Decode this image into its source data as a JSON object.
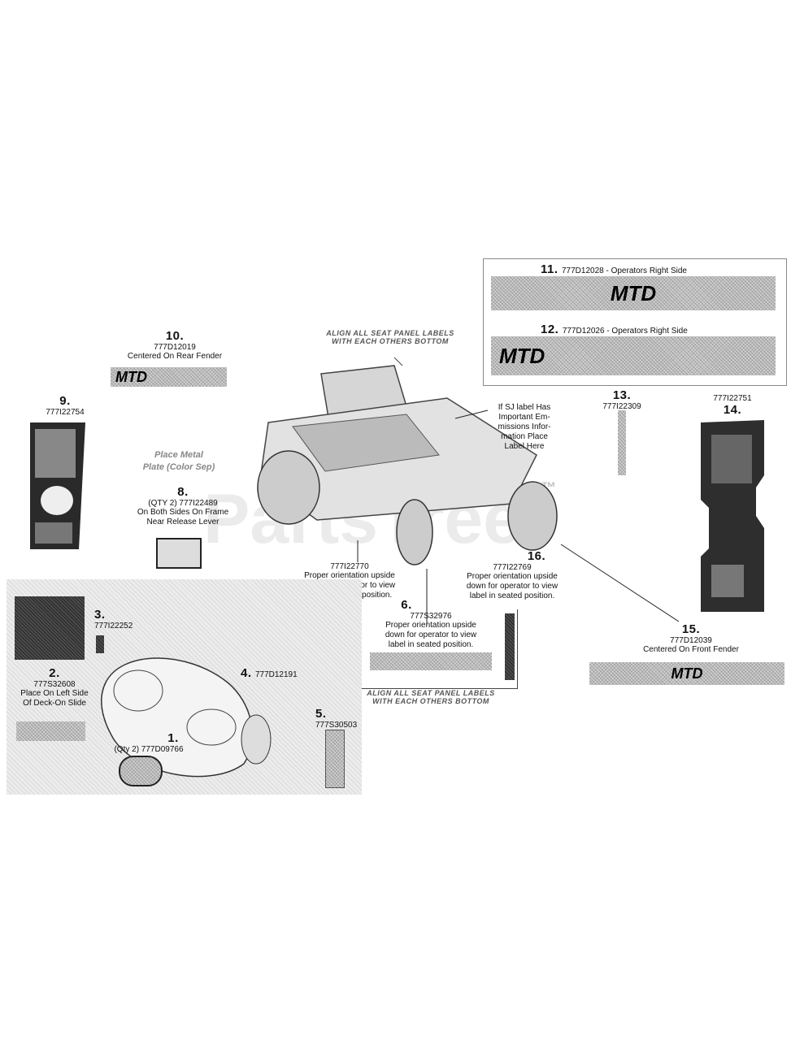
{
  "watermark": {
    "text": "PartsTree",
    "tm": "™"
  },
  "top_note": {
    "line1": "ALIGN ALL SEAT PANEL LABELS",
    "line2": "WITH EACH OTHERS BOTTOM"
  },
  "bottom_note": {
    "line1": "ALIGN ALL SEAT PANEL LABELS",
    "line2": "WITH EACH OTHERS BOTTOM"
  },
  "emissions_note": [
    "If SJ label Has",
    "Important Em-",
    "missions Infor-",
    "mation Place",
    "Label Here"
  ],
  "plate_note": [
    "Place Metal",
    "Plate (Color Sep)"
  ],
  "brand": "MTD",
  "labels": [
    {
      "id": "1",
      "num": "1.",
      "pn": "(Qty 2) 777D09766",
      "desc": []
    },
    {
      "id": "2",
      "num": "2.",
      "pn": "777S32608",
      "desc": [
        "Place On Left Side",
        "Of Deck-On Slide"
      ]
    },
    {
      "id": "3",
      "num": "3.",
      "pn": "777I22252",
      "desc": []
    },
    {
      "id": "4",
      "num": "4.",
      "pn": "777D12191",
      "desc": []
    },
    {
      "id": "5",
      "num": "5.",
      "pn": "777S30503",
      "desc": []
    },
    {
      "id": "6",
      "num": "6.",
      "pn": "777S32976",
      "desc": [
        "Proper orientation upside",
        "down for operator to view",
        "label in seated position."
      ]
    },
    {
      "id": "7",
      "num": "",
      "pn": "777I22770",
      "desc": [
        "Proper orientation upside",
        "down for operator to view",
        "label in seated position."
      ]
    },
    {
      "id": "8",
      "num": "8.",
      "pn": "(QTY 2) 777I22489",
      "desc": [
        "On Both Sides On Frame",
        "Near Release Lever"
      ]
    },
    {
      "id": "9",
      "num": "9.",
      "pn": "777I22754",
      "desc": []
    },
    {
      "id": "10",
      "num": "10.",
      "pn": "777D12019",
      "desc": [
        "Centered On Rear Fender"
      ]
    },
    {
      "id": "11",
      "num": "11.",
      "pn": "777D12028 - Operators Right Side",
      "desc": []
    },
    {
      "id": "12",
      "num": "12.",
      "pn": "777D12026 - Operators Right Side",
      "desc": []
    },
    {
      "id": "13",
      "num": "13.",
      "pn": "777I22309",
      "desc": []
    },
    {
      "id": "14",
      "num": "14.",
      "pn": "777I22751",
      "desc": []
    },
    {
      "id": "15",
      "num": "15.",
      "pn": "777D12039",
      "desc": [
        "Centered On Front Fender"
      ]
    },
    {
      "id": "16",
      "num": "16.",
      "pn": "777I22769",
      "desc": [
        "Proper orientation upside",
        "down for operator to view",
        "label in seated position."
      ]
    }
  ]
}
